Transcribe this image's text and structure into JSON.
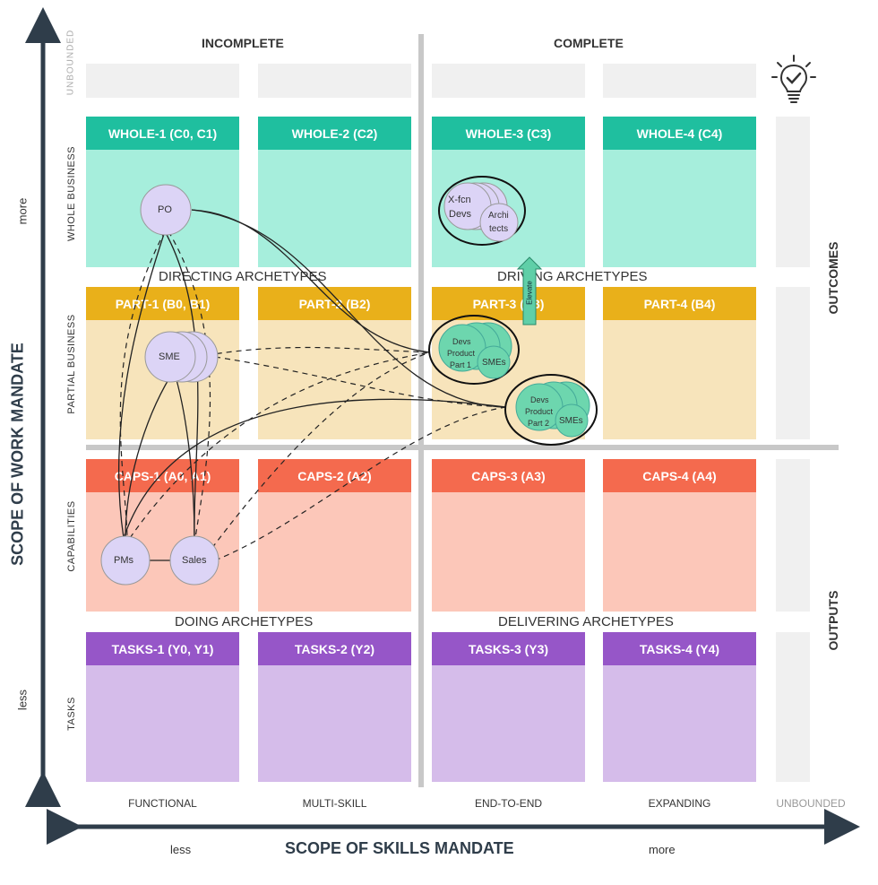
{
  "columns": {
    "incomplete": "INCOMPLETE",
    "complete": "COMPLETE",
    "bottom": [
      "FUNCTIONAL",
      "MULTI-SKILL",
      "END-TO-END",
      "EXPANDING",
      "UNBOUNDED"
    ]
  },
  "rows_left": [
    "UNBOUNDED",
    "WHOLE BUSINESS",
    "PARTIAL BUSINESS",
    "CAPABILITIES",
    "TASKS"
  ],
  "right_labels": {
    "outcomes": "OUTCOMES",
    "outputs": "OUTPUTS"
  },
  "axes": {
    "y_title": "SCOPE OF WORK MANDATE",
    "y_more": "more",
    "y_less": "less",
    "x_title": "SCOPE OF SKILLS MANDATE",
    "x_less": "less",
    "x_more": "more"
  },
  "rows": {
    "whole": [
      "WHOLE-1 (C0, C1)",
      "WHOLE-2 (C2)",
      "WHOLE-3 (C3)",
      "WHOLE-4 (C4)"
    ],
    "part": [
      "PART-1 (B0, B1)",
      "PART-2 (B2)",
      "PART-3 (B3)",
      "PART-4 (B4)"
    ],
    "caps": [
      "CAPS-1 (A0, A1)",
      "CAPS-2 (A2)",
      "CAPS-3 (A3)",
      "CAPS-4 (A4)"
    ],
    "tasks": [
      "TASKS-1 (Y0, Y1)",
      "TASKS-2 (Y2)",
      "TASKS-3 (Y3)",
      "TASKS-4 (Y4)"
    ]
  },
  "archetypes": {
    "directing": "DIRECTING ARCHETYPES",
    "driving": "DRIVING ARCHETYPES",
    "doing": "DOING ARCHETYPES",
    "delivering": "DELIVERING ARCHETYPES"
  },
  "nodes": {
    "po": "PO",
    "sme": "SME",
    "pms": "PMs",
    "sales": "Sales",
    "xfcn_1": "X-fcn",
    "xfcn_2": "Devs",
    "arch_1": "Archi",
    "arch_2": "tects",
    "team1_1": "Devs",
    "team1_2": "Product",
    "team1_3": "Part 1",
    "team1_sme": "SMEs",
    "team2_1": "Devs",
    "team2_2": "Product",
    "team2_3": "Part 2",
    "team2_sme": "SMEs",
    "elevate": "Elevate"
  },
  "colors": {
    "whole_hdr": "#1fbf9f",
    "whole_body": "#a6eedc",
    "part_hdr": "#e9b01a",
    "part_body": "#f7e4bb",
    "caps_hdr": "#f46a4e",
    "caps_body": "#fcc7b9",
    "tasks_hdr": "#9656c8",
    "tasks_body": "#d5bcea",
    "node": "#dcd4f6",
    "team": "#6dd6ae"
  }
}
